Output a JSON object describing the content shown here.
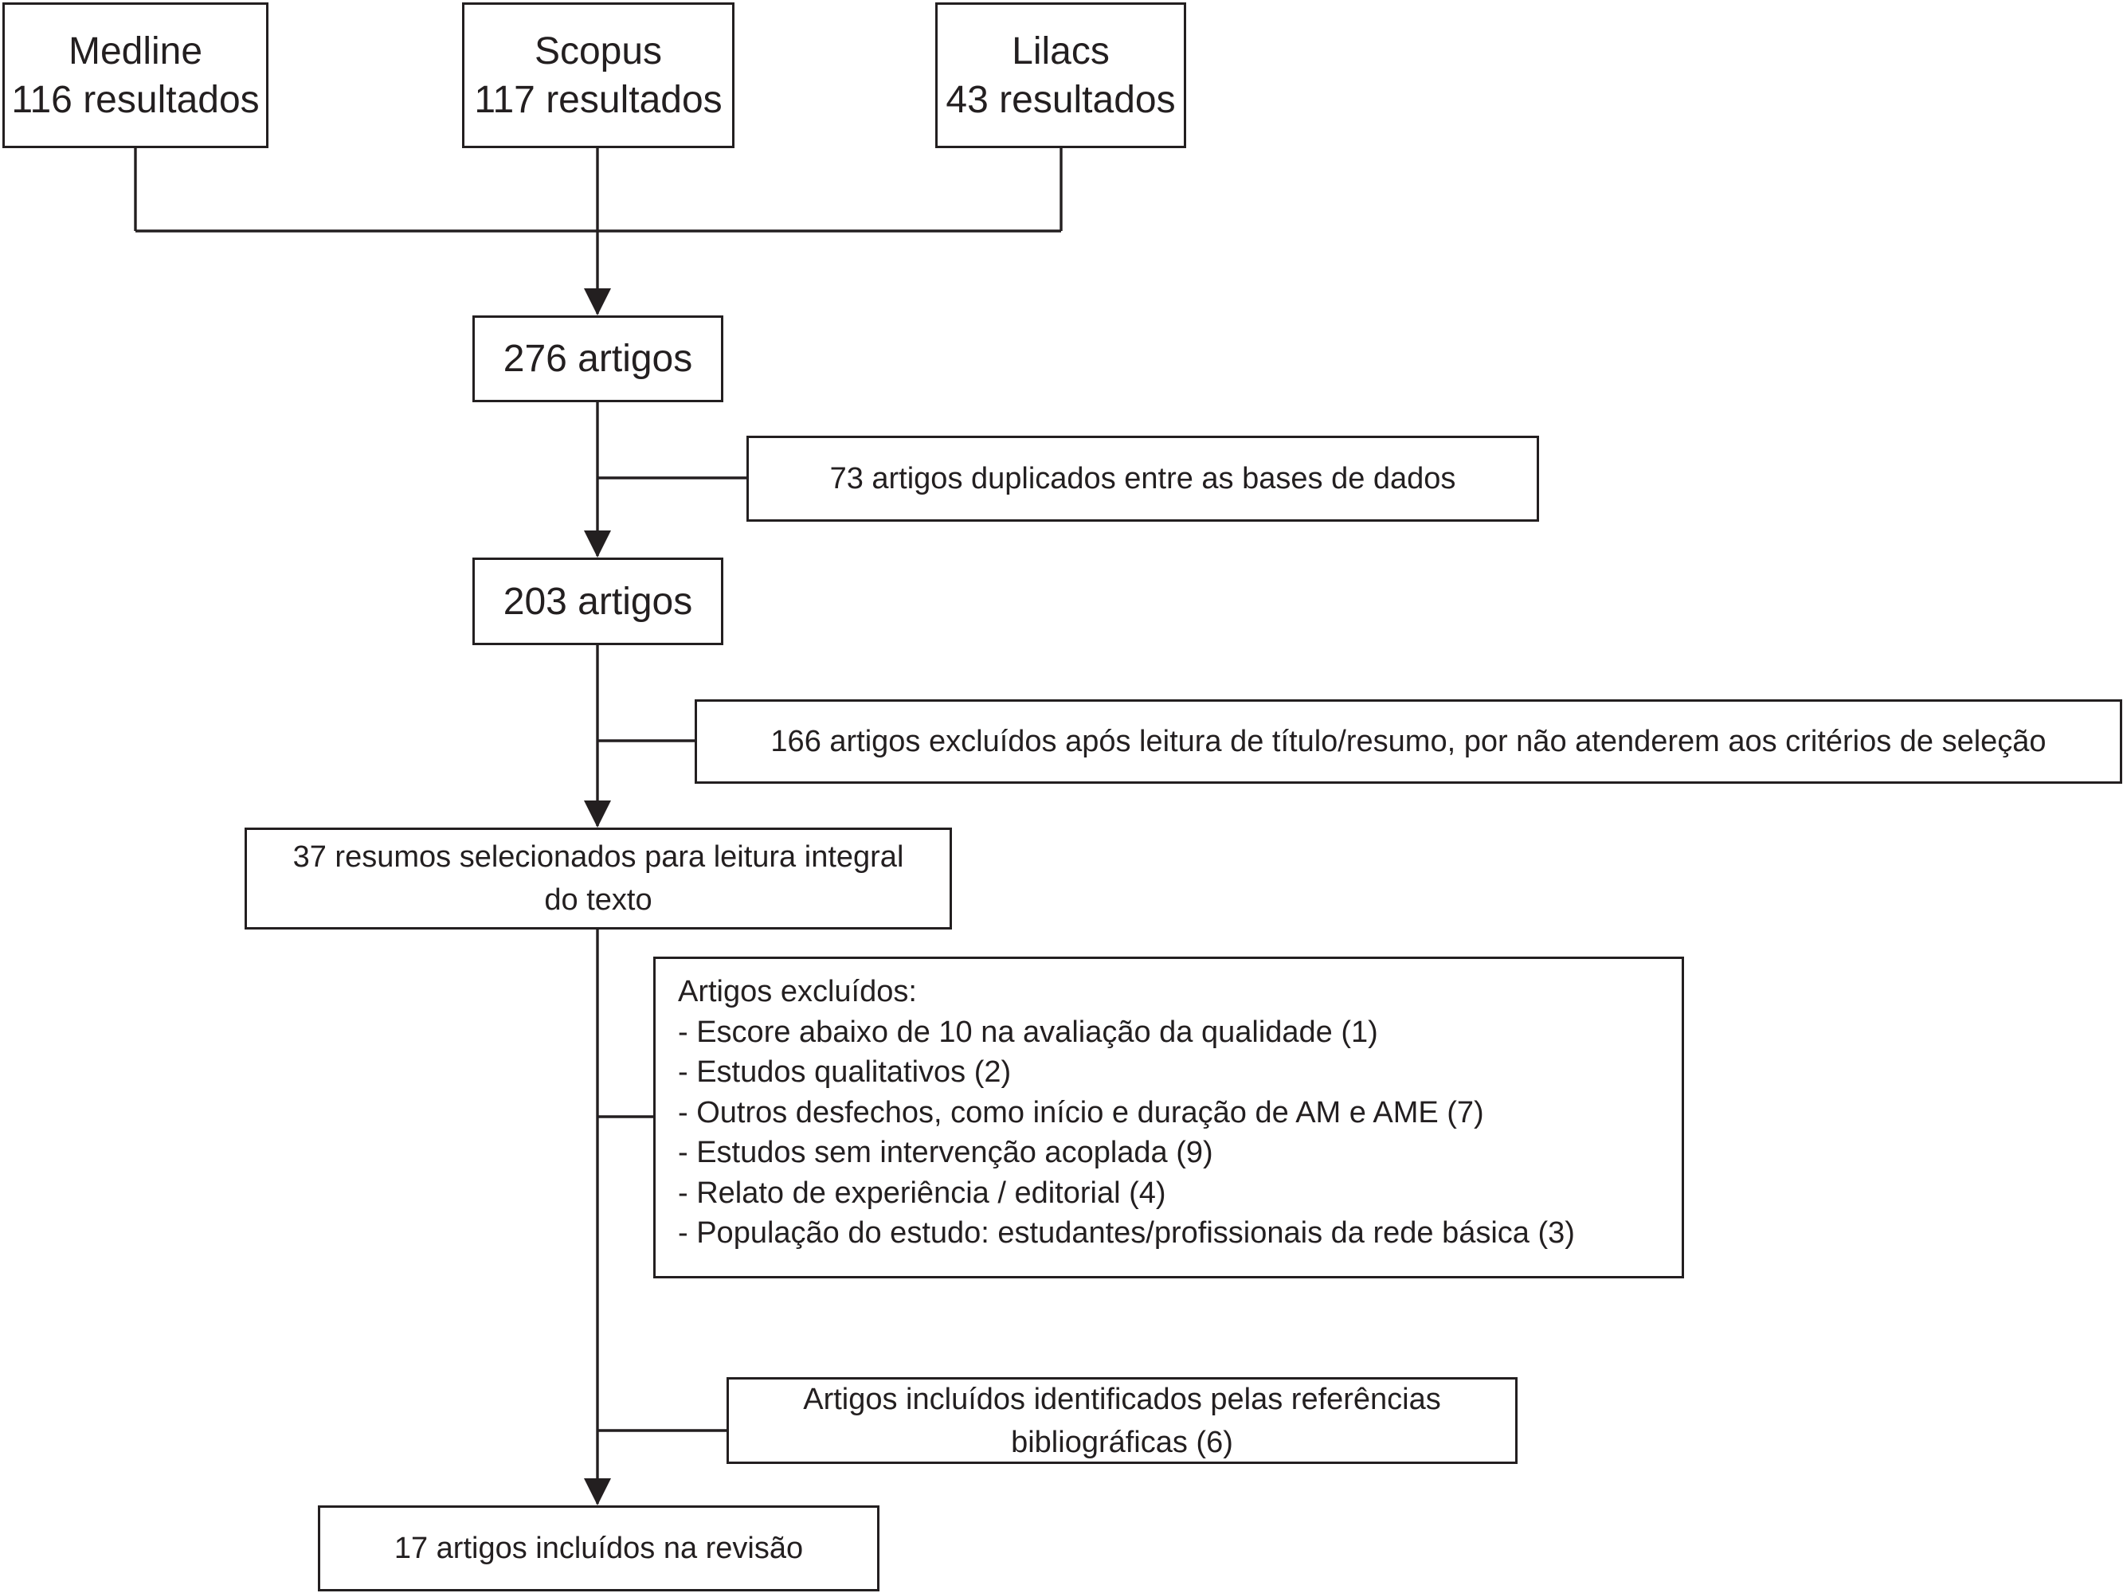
{
  "sources": [
    {
      "name": "Medline",
      "count": "116 resultados"
    },
    {
      "name": "Scopus",
      "count": "117 resultados"
    },
    {
      "name": "Lilacs",
      "count": "43 resultados"
    }
  ],
  "main_flow": {
    "total": "276 artigos",
    "after_duplicates": "203 artigos",
    "full_text_line1": "37 resumos selecionados para leitura integral",
    "full_text_line2": "do texto",
    "final": "17 artigos incluídos na revisão"
  },
  "side_boxes": {
    "duplicates": "73 artigos duplicados entre as bases de dados",
    "title_abstract_exclusion": "166 artigos excluídos após leitura de título/resumo, por não atenderem aos critérios de seleção",
    "excluded": {
      "heading": "Artigos excluídos:",
      "items": [
        "- Escore abaixo de 10 na avaliação da qualidade (1)",
        "- Estudos qualitativos (2)",
        "- Outros desfechos, como início e duração de AM e AME (7)",
        "- Estudos sem intervenção acoplada (9)",
        "- Relato de experiência / editorial (4)",
        "- População do estudo: estudantes/profissionais da rede básica (3)"
      ]
    },
    "references_line1": "Artigos incluídos identificados pelas referências",
    "references_line2": "bibliográficas (6)"
  }
}
